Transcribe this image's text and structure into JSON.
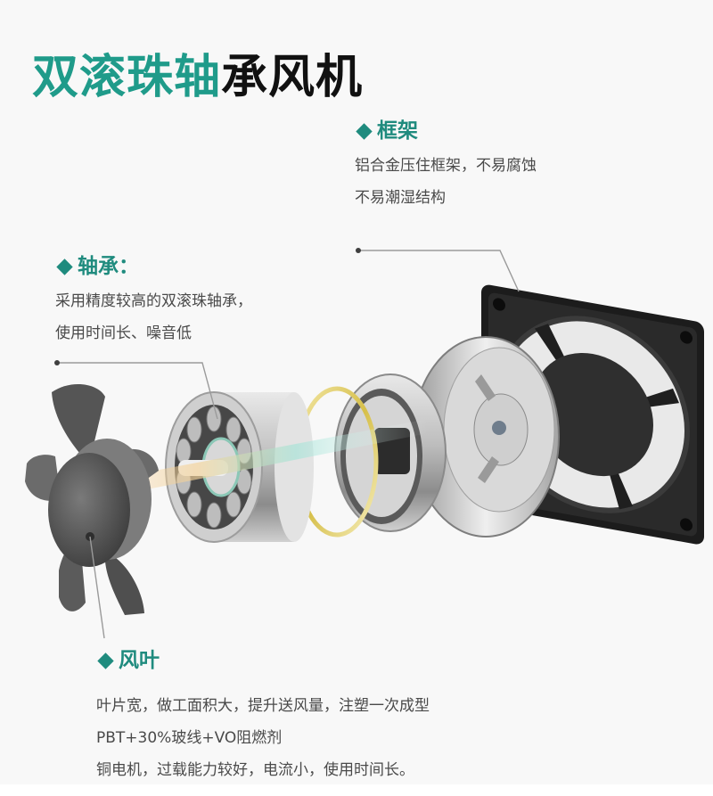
{
  "title": {
    "accent_text": "双滚珠轴",
    "rest_text": "承风机",
    "accent_color": "#1f9b8a",
    "rest_color": "#111111"
  },
  "callouts": {
    "frame": {
      "heading": "框架",
      "lines": [
        "铝合金压住框架，不易腐蚀",
        "不易潮湿结构"
      ]
    },
    "bearing": {
      "heading": "轴承：",
      "lines": [
        "采用精度较高的双滚珠轴承，",
        "使用时间长、噪音低"
      ]
    },
    "blade": {
      "heading": "风叶",
      "lines": [
        "叶片宽，做工面积大，提升送风量，注塑一次成型",
        "PBT+30%玻线+VO阻燃剂",
        "铜电机，过载能力较好，电流小，使用时间长。"
      ]
    }
  },
  "diagram": {
    "parts": [
      "impeller-blade",
      "bearing-sleeve",
      "gold-ring",
      "stator-cup",
      "motor-hub",
      "fan-frame"
    ],
    "heading_color": "#1f8b7e",
    "body_text_color": "#4a4a4a"
  }
}
